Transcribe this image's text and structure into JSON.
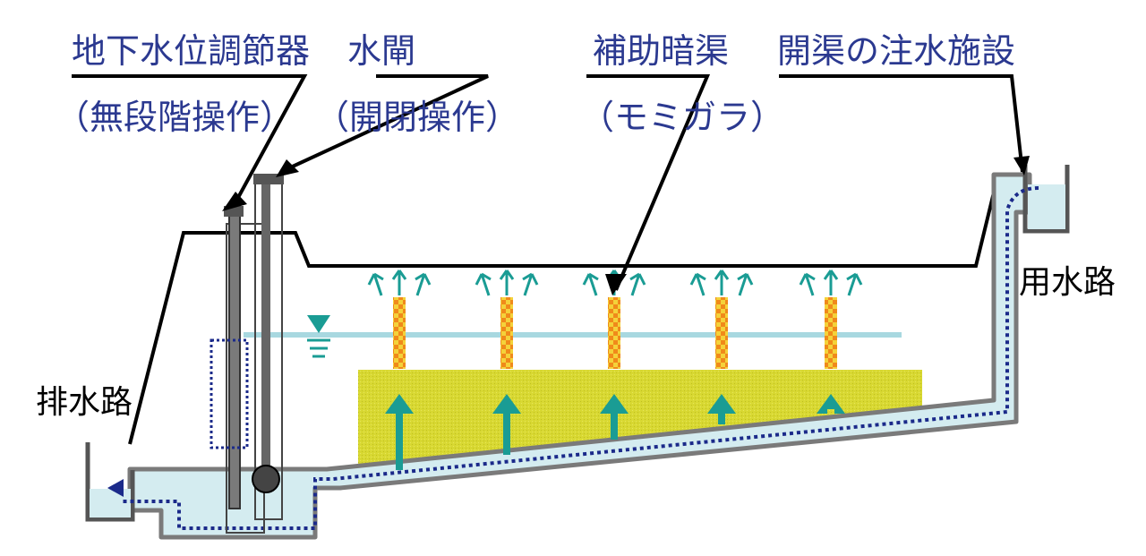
{
  "labels": {
    "groundwater_regulator": "地下水位調節器",
    "groundwater_regulator_note": "（無段階操作）",
    "sluice_gate": "水閘",
    "sluice_gate_note": "（開閉操作）",
    "auxiliary_drain": "補助暗渠",
    "auxiliary_drain_note": "（モミガラ）",
    "open_channel_inlet": "開渠の注水施設",
    "irrigation_channel": "用水路",
    "drainage_channel": "排水路"
  },
  "colors": {
    "label_blue": "#2b3990",
    "pipe_fill": "#d4ecf0",
    "pipe_outline": "#777777",
    "water_line": "#a8d8e0",
    "flow_dots": "#1b2a8a",
    "arrow_teal": "#1a9c94",
    "soil_yellow": "#d8d832",
    "husk_orange": "#f08a1a",
    "husk_yellow": "#f4d23a"
  },
  "icons": {
    "water_level_marker": "inverted-triangle-icon",
    "upward_flow": "up-arrow-icon",
    "flow_direction": "left-arrow-icon"
  }
}
